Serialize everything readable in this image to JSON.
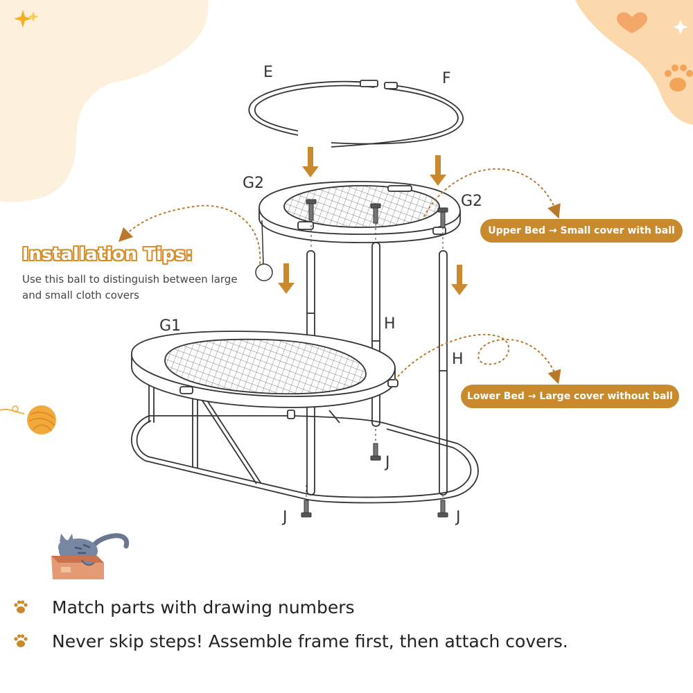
{
  "parts": {
    "e": "E",
    "f": "F",
    "g2_left": "G2",
    "g2_right": "G2",
    "g1": "G1",
    "h_left": "H",
    "h_right": "H",
    "j_center": "J",
    "j_left": "J",
    "j_right": "J"
  },
  "tips": {
    "title": "Installation Tips:",
    "text": "Use this ball to distinguish between large and small cloth covers"
  },
  "callouts": {
    "upper": "Upper Bed → Small cover with ball",
    "lower": "Lower Bed → Large cover without ball"
  },
  "notes": [
    {
      "text": "Match parts with drawing numbers",
      "icon": "paw-icon"
    },
    {
      "text": "Never skip steps! Assemble frame first, then attach covers.",
      "icon": "paw-icon"
    }
  ],
  "colors": {
    "accent": "#c98a2e",
    "arrow": "#c9892c",
    "blob_left": "#fdf0dc",
    "blob_right": "#fcd9ad",
    "yarn": "#f2a93b",
    "line": "#333333"
  }
}
